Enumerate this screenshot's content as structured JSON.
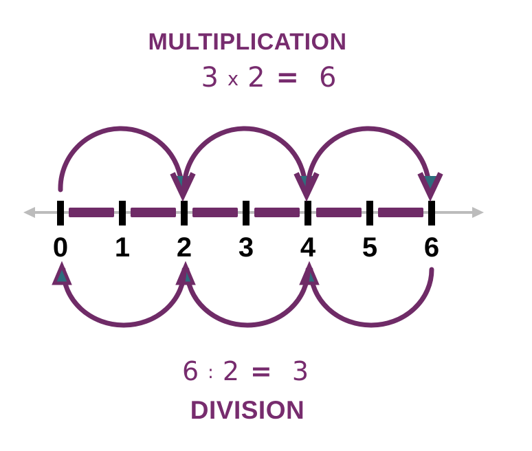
{
  "colors": {
    "purple": "#6f2b67",
    "purple_text": "#772c6e",
    "teal": "#2e6d7d",
    "axis_gray": "#bcbcbc",
    "black": "#000000"
  },
  "multiplication": {
    "title": "MULTIPLICATION",
    "equation": {
      "operand1": "3",
      "operator": "x",
      "operand2": "2",
      "equals": "=",
      "result": "6"
    },
    "jumps": [
      [
        0,
        2
      ],
      [
        2,
        4
      ],
      [
        4,
        6
      ]
    ]
  },
  "division": {
    "title": "DIVISION",
    "equation": {
      "operand1": "6",
      "operator": ":",
      "operand2": "2",
      "equals": "=",
      "result": "3"
    },
    "jumps": [
      [
        6,
        4
      ],
      [
        4,
        2
      ],
      [
        2,
        0
      ]
    ]
  },
  "number_line": {
    "labels": [
      "0",
      "1",
      "2",
      "3",
      "4",
      "5",
      "6"
    ]
  }
}
